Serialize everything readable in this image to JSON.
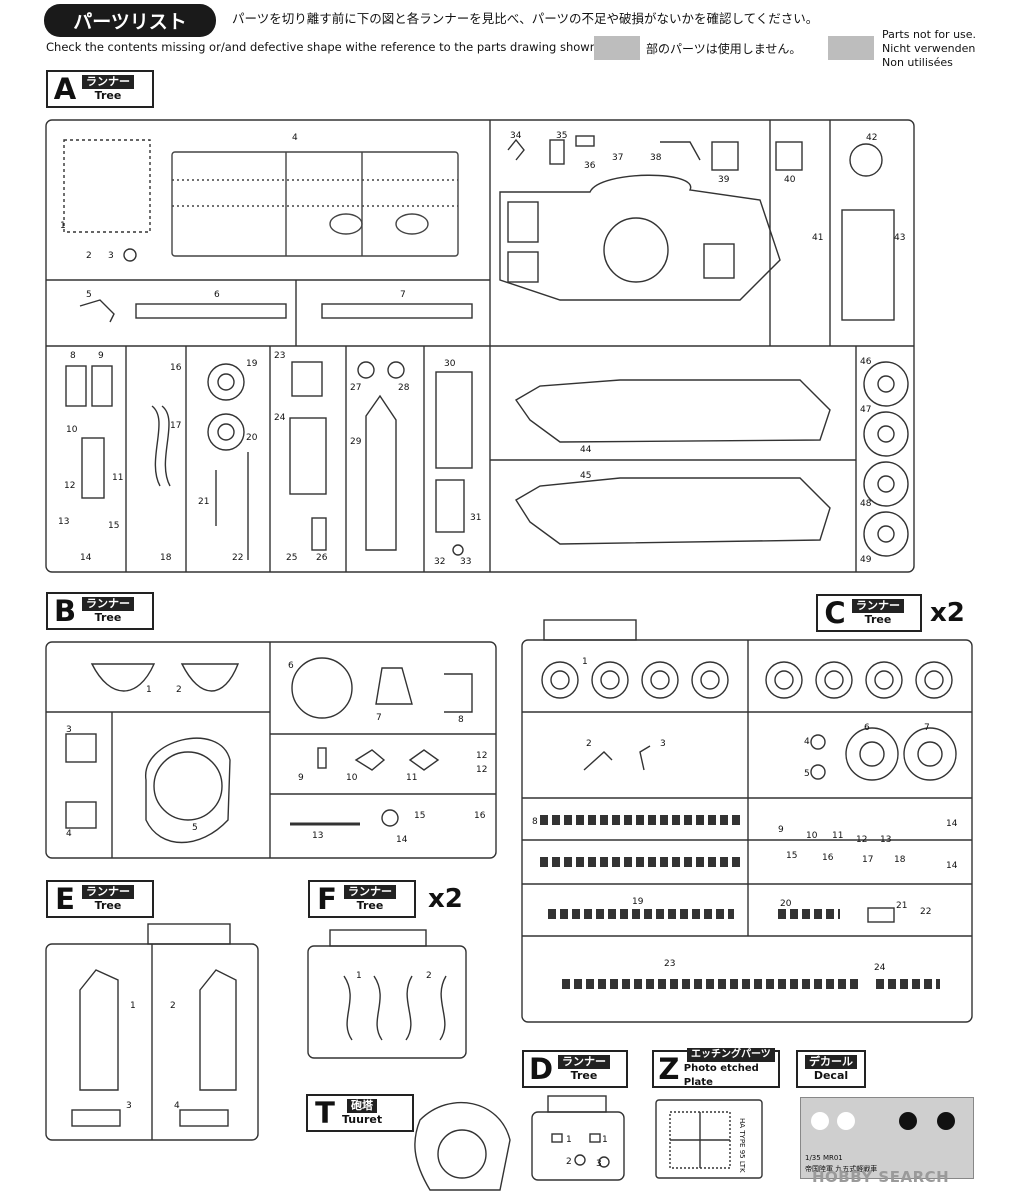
{
  "header": {
    "title": "パーツリスト",
    "instruction_jp": "パーツを切り離す前に下の図と各ランナーを見比べ、パーツの不足や破損がないかを確認してください。",
    "instruction_en": "Check the contents missing or/and defective shape withe reference to the parts drawing shown below.",
    "unused_jp": "部のパーツは使用しません。",
    "unused_en_1": "Parts not for use.",
    "unused_de": "Nicht verwenden",
    "unused_fr": "Non utilisées"
  },
  "runners": {
    "A": {
      "letter": "A",
      "jp": "ランナー",
      "en": "Tree"
    },
    "B": {
      "letter": "B",
      "jp": "ランナー",
      "en": "Tree"
    },
    "C": {
      "letter": "C",
      "jp": "ランナー",
      "en": "Tree",
      "qty": "x2"
    },
    "E": {
      "letter": "E",
      "jp": "ランナー",
      "en": "Tree"
    },
    "F": {
      "letter": "F",
      "jp": "ランナー",
      "en": "Tree",
      "qty": "x2"
    },
    "D": {
      "letter": "D",
      "jp": "ランナー",
      "en": "Tree"
    },
    "Z": {
      "letter": "Z",
      "jp": "エッチングパーツ",
      "en": "Photo etched Plate"
    },
    "T": {
      "letter": "T",
      "jp": "砲塔",
      "en": "Tuuret"
    },
    "Decal": {
      "jp": "デカール",
      "en": "Decal"
    }
  },
  "decal": {
    "line1": "1/35  MR01",
    "line2": "帝国陸軍 九五式軽戦車"
  },
  "etch": {
    "label": "HA TYPE 95 LTK"
  },
  "watermark": "HOBBY SEARCH",
  "parts": {
    "A": [
      "1",
      "2",
      "3",
      "4",
      "5",
      "6",
      "7",
      "8",
      "9",
      "10",
      "11",
      "12",
      "13",
      "14",
      "15",
      "16",
      "17",
      "18",
      "19",
      "20",
      "21",
      "22",
      "23",
      "24",
      "25",
      "26",
      "27",
      "28",
      "29",
      "30",
      "31",
      "32",
      "33",
      "34",
      "35",
      "36",
      "37",
      "38",
      "39",
      "40",
      "41",
      "42",
      "43",
      "44",
      "45",
      "46",
      "47",
      "48",
      "49"
    ],
    "B": [
      "1",
      "2",
      "3",
      "4",
      "5",
      "6",
      "7",
      "8",
      "9",
      "10",
      "11",
      "12",
      "12",
      "13",
      "14",
      "15",
      "16"
    ],
    "C": [
      "1",
      "2",
      "3",
      "4",
      "5",
      "6",
      "7",
      "8",
      "9",
      "10",
      "11",
      "12",
      "13",
      "14",
      "15",
      "16",
      "17",
      "18",
      "14",
      "19",
      "20",
      "21",
      "22",
      "23",
      "24"
    ],
    "E": [
      "1",
      "2",
      "3",
      "4"
    ],
    "F": [
      "1",
      "2"
    ],
    "D": [
      "1",
      "1",
      "2",
      "3"
    ]
  }
}
